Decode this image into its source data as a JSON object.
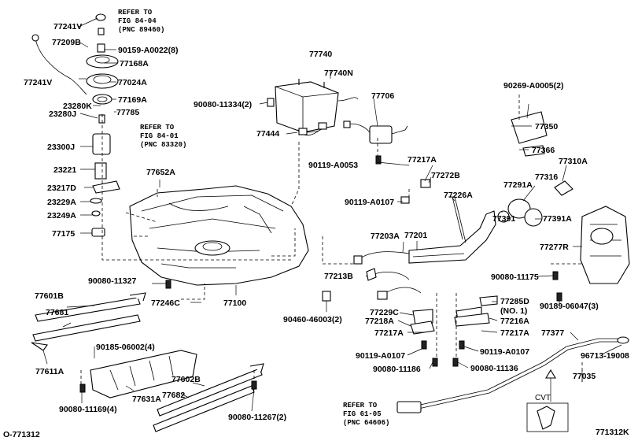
{
  "diagram": {
    "figure_code": "O-771312",
    "drawing_id": "771312K",
    "refer_notes": [
      {
        "line1": "REFER TO",
        "line2": "FIG 84-04",
        "line3": "(PNC 89460)"
      },
      {
        "line1": "REFER TO",
        "line2": "FIG 84-01",
        "line3": "(PNC 83320)"
      },
      {
        "line1": "REFER TO",
        "line2": "FIG 61-05",
        "line3": "(PNC 64606)"
      }
    ],
    "cvt_label": "CVT",
    "part_labels": [
      "77241V",
      "77209B",
      "90159-A0022(8)",
      "77168A",
      "77241V",
      "77024A",
      "77169A",
      "23280K",
      "77785",
      "23280J",
      "23300J",
      "23221",
      "23217D",
      "23229A",
      "23249A",
      "77175",
      "77740",
      "77740N",
      "90080-11334(2)",
      "77444",
      "77706",
      "90119-A0053",
      "77652A",
      "90269-A0005(2)",
      "77350",
      "77366",
      "77310A",
      "77316",
      "77291A",
      "77391",
      "77391A",
      "77217A",
      "77272B",
      "77226A",
      "90119-A0107",
      "77203A",
      "77201",
      "77213B",
      "77277R",
      "90080-11175",
      "90189-06047(3)",
      "90080-11327",
      "77246C",
      "77100",
      "90460-46003(2)",
      "77601B",
      "77681",
      "90185-06002(4)",
      "77611A",
      "77631A",
      "90080-11169(4)",
      "77602B",
      "77682",
      "90080-11267(2)",
      "77229C",
      "77218A",
      "77217A",
      "90119-A0107",
      "90080-11186",
      "77285D",
      "(NO. 1)",
      "77216A",
      "77217A",
      "90119-A0107",
      "90080-11136",
      "77377",
      "96713-19008",
      "77035"
    ]
  }
}
